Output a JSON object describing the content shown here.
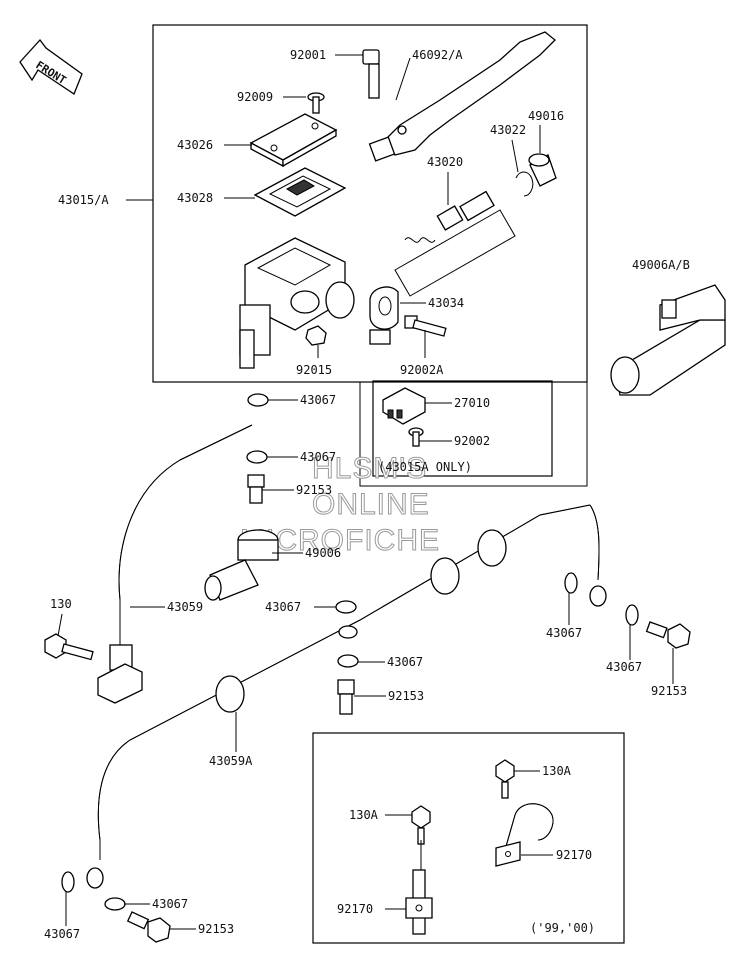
{
  "front_arrow": {
    "label": "FRONT"
  },
  "watermark": {
    "lines": [
      "HLSM'S",
      "ONLINE",
      "MICROFICHE"
    ]
  },
  "callouts": {
    "p92001": "92001",
    "p46092A": "46092/A",
    "p92009": "92009",
    "p49016": "49016",
    "p43022": "43022",
    "p43026": "43026",
    "p43020": "43020",
    "p43028": "43028",
    "p43015A": "43015/A",
    "p49006AB": "49006A/B",
    "p43034": "43034",
    "p92015": "92015",
    "p92002A": "92002A",
    "p43067a": "43067",
    "p27010": "27010",
    "p92002": "92002",
    "p43067b": "43067",
    "p43015A_only": "(43015A ONLY)",
    "p92153a": "92153",
    "p49006": "49006",
    "p130": "130",
    "p43059": "43059",
    "p43067c": "43067",
    "p43067d": "43067",
    "p43067e": "43067",
    "p43067f": "43067",
    "p92153b": "92153",
    "p92153c": "92153",
    "p43059A": "43059A",
    "p130A_right": "130A",
    "p130A_left": "130A",
    "p92170_right": "92170",
    "p92170_left": "92170",
    "p43067g": "43067",
    "p43067h": "43067",
    "p92153d": "92153",
    "years_note": "('99,'00)"
  }
}
